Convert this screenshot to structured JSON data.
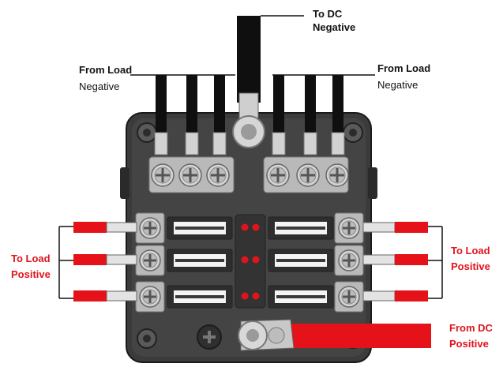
{
  "labels": {
    "to_dc_negative": {
      "line1": "To DC",
      "line2": "Negative"
    },
    "from_load_negative_left": {
      "line1": "From Load",
      "line2": "Negative"
    },
    "from_load_negative_right": {
      "line1": "From Load",
      "line2": "Negative"
    },
    "to_load_positive_left": {
      "line1": "To Load",
      "line2": "Positive"
    },
    "to_load_positive_right": {
      "line1": "To Load",
      "line2": "Positive"
    },
    "from_dc_positive": {
      "line1": "From DC",
      "line2": "Positive"
    }
  },
  "colors": {
    "positive_wire": "#e51219",
    "negative_wire": "#0f0f0f",
    "housing": "#3a3a3a",
    "terminal_block": "#b9b9b9",
    "indicator_led": "#e0141c",
    "label_red": "#e0141c",
    "label_black": "#111111"
  },
  "fuse_rows": 3,
  "fuses_per_side": 3,
  "negative_studs_per_bar": 3
}
